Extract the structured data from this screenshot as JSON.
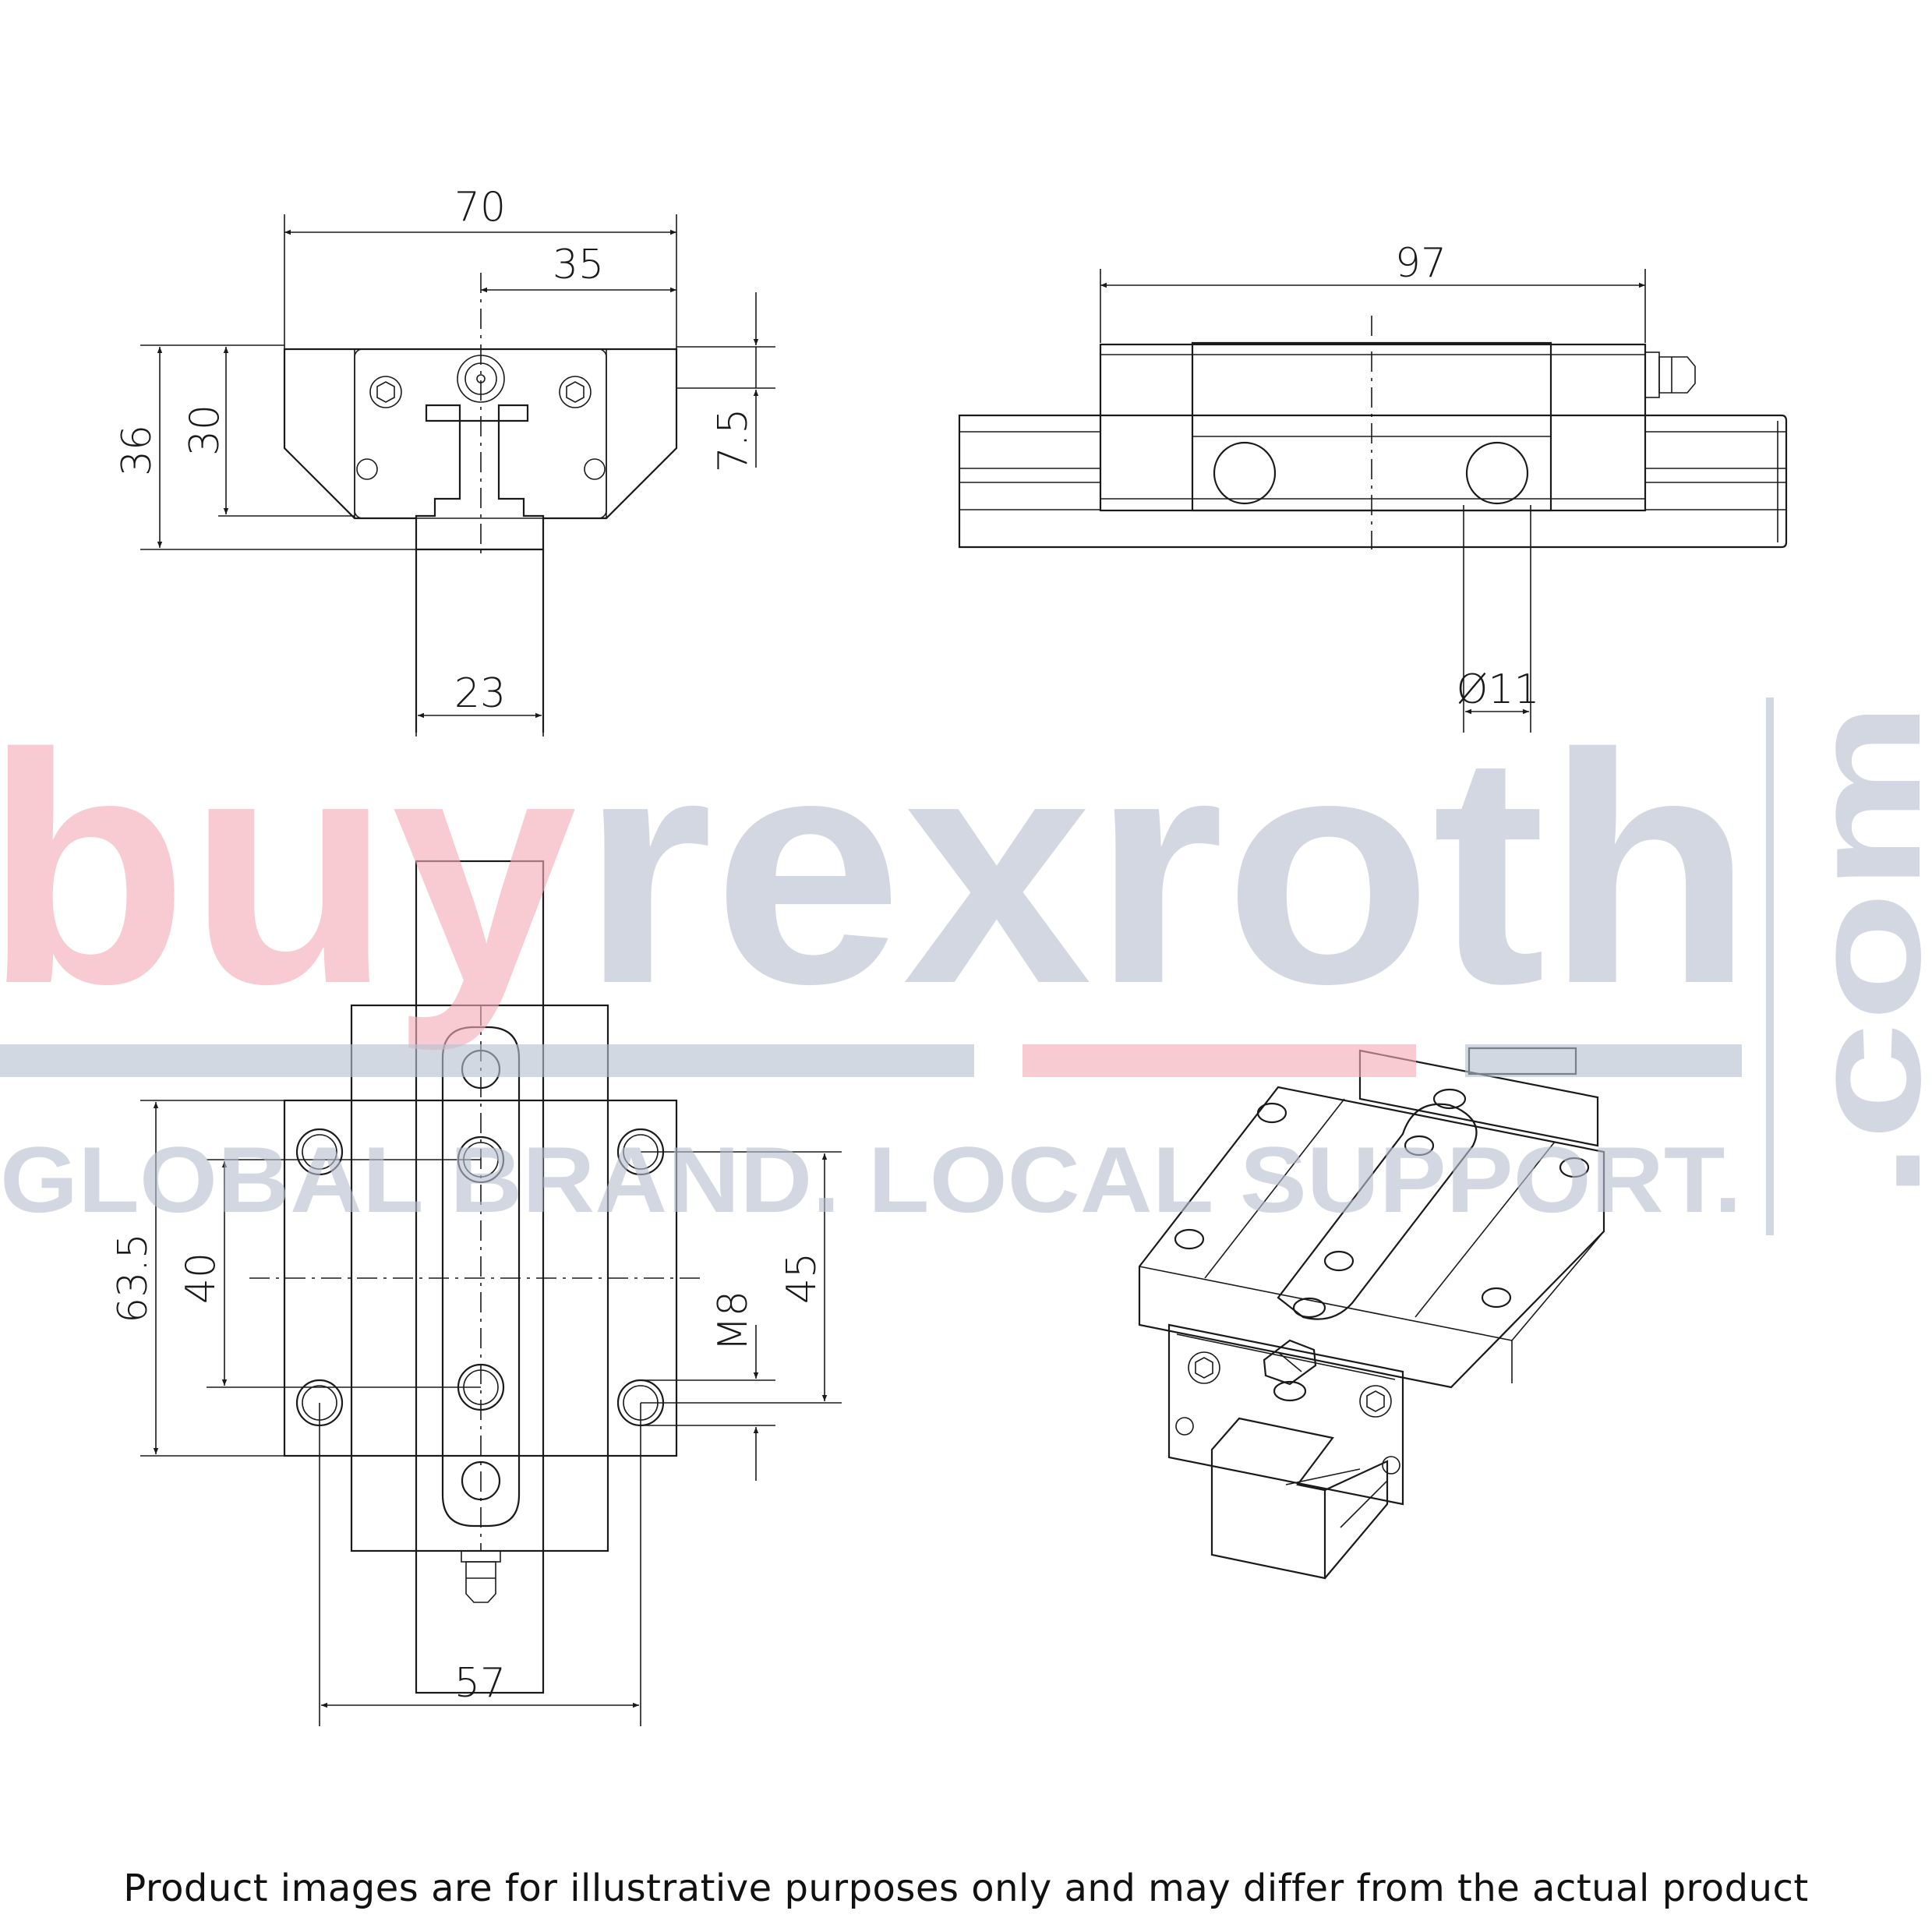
{
  "dimensions": {
    "front_width": "70",
    "front_half_width": "35",
    "front_height_total": "36",
    "front_height_block": "30",
    "front_top_offset": "7.5",
    "rail_width": "23",
    "side_length": "97",
    "plug_diameter": "Ø11",
    "top_hole_spacing_long": "63.5",
    "top_hole_spacing_inner": "40",
    "thread_size": "M8",
    "top_hole_spacing_45": "45",
    "top_hole_spacing_width": "57"
  },
  "watermark": {
    "word_buy": "buy",
    "word_rexroth": "rexroth",
    "word_com": ".com",
    "tagline": "GLOBAL BRAND. LOCAL SUPPORT.",
    "color_pink": "#f4aab7",
    "color_grey": "#b7c0cf"
  },
  "disclaimer": "Product images are for illustrative purposes only and may differ from the actual product"
}
